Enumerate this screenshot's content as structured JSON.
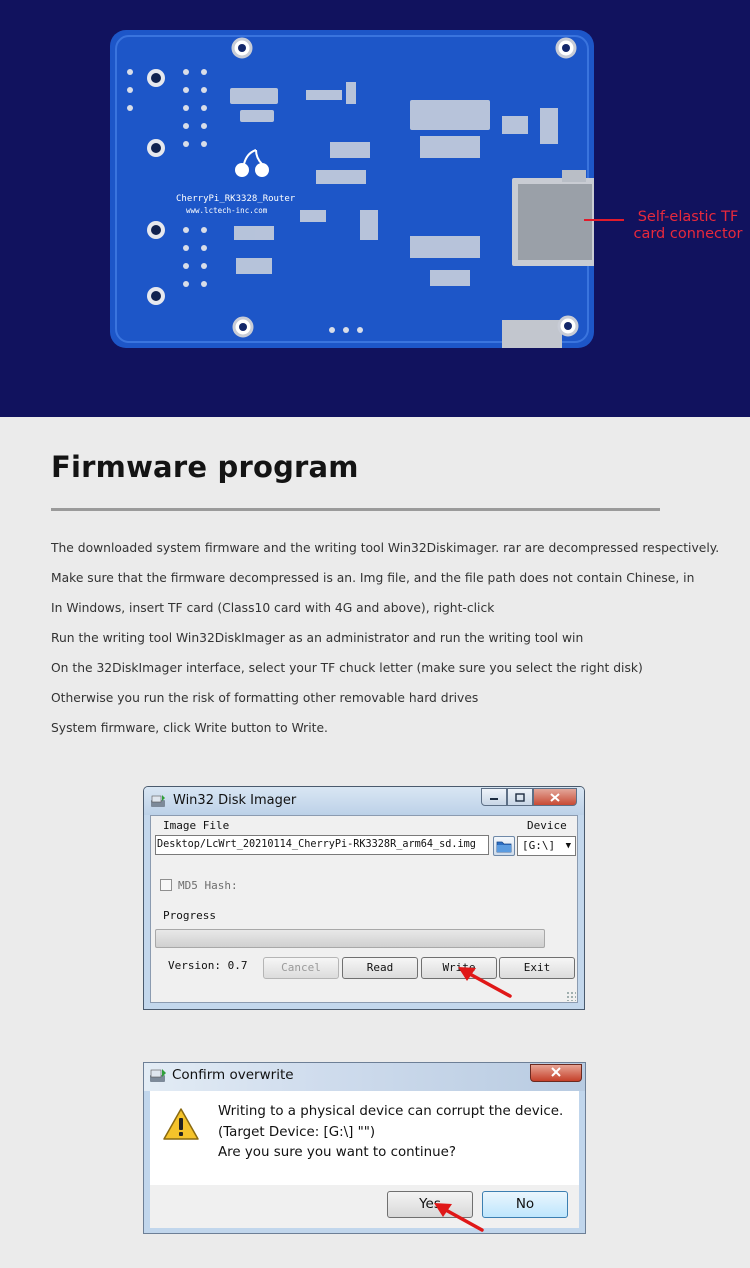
{
  "banner": {
    "board_label_model": "CherryPi_RK3328_Router",
    "board_label_site": "www.lctech-inc.com",
    "callout": "Self-elastic TF\ncard connector",
    "callout_color": "#e8293c"
  },
  "article": {
    "title": "Firmware program",
    "lines": [
      "The downloaded system firmware and the writing tool Win32Diskimager. rar are decompressed respectively.",
      "Make sure that the firmware decompressed is an. Img file, and the file path does not contain Chinese, in",
      "In Windows, insert TF card (Class10 card with 4G and above), right-click",
      "Run the writing tool Win32DiskImager as an administrator and run the writing tool win",
      "On the 32DiskImager interface, select your TF chuck letter (make sure you select the right disk)",
      "Otherwise you run the risk of formatting other removable hard drives",
      "System firmware, click Write button to Write."
    ]
  },
  "imager": {
    "title": "Win32 Disk Imager",
    "image_file_label": "Image File",
    "image_file_value": "Desktop/LcWrt_20210114_CherryPi-RK3328R_arm64_sd.img",
    "device_label": "Device",
    "device_value": "[G:\\]",
    "md5_label": "MD5 Hash:",
    "md5_checked": false,
    "progress_label": "Progress",
    "progress": 0,
    "version": "Version: 0.7",
    "cancel": "Cancel",
    "read": "Read",
    "write": "Write",
    "exit": "Exit",
    "icons": [
      "disk-imager-app-icon",
      "minimize-icon",
      "maximize-icon",
      "close-icon",
      "folder-icon",
      "chevron-down-icon"
    ]
  },
  "confirm": {
    "title": "Confirm overwrite",
    "close": "X",
    "message_1": "Writing to a physical device can corrupt the device.",
    "message_2": "(Target Device: [G:\\] \"\")",
    "message_3": "Are you sure you want to continue?",
    "yes": "Yes",
    "no": "No",
    "icons": [
      "warning-icon",
      "close-icon"
    ]
  },
  "colors": {
    "banner_bg": "#11125e",
    "pcb": "#1d56c8",
    "arrow": "#e01818"
  }
}
